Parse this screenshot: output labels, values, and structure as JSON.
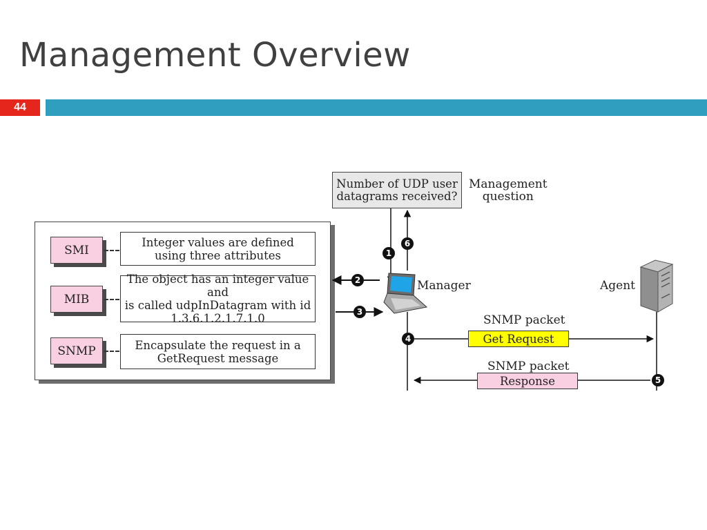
{
  "title": "Management Overview",
  "page_number": "44",
  "panel": {
    "rows": [
      {
        "tag": "SMI",
        "lines": [
          "Integer values are defined",
          "using three attributes"
        ]
      },
      {
        "tag": "MIB",
        "lines": [
          "The object has an integer value and",
          "is called udpInDatagram with id",
          "1.3.6.1.2.1.7.1.0"
        ]
      },
      {
        "tag": "SNMP",
        "lines": [
          "Encapsulate the request in a",
          "GetRequest message"
        ]
      }
    ]
  },
  "question": {
    "lines": [
      "Number of UDP user",
      "datagrams received?"
    ],
    "label_lines": [
      "Management",
      "question"
    ]
  },
  "manager_label": "Manager",
  "agent_label": "Agent",
  "packets": {
    "get": {
      "caption": "SNMP packet",
      "label": "Get Request",
      "color": "#ffff00"
    },
    "response": {
      "caption": "SNMP packet",
      "label": "Response",
      "color": "#f8d0e2"
    }
  },
  "steps": [
    "1",
    "2",
    "3",
    "4",
    "5",
    "6"
  ],
  "colors": {
    "accent_red": "#e4261c",
    "accent_blue": "#2e9fbf"
  }
}
